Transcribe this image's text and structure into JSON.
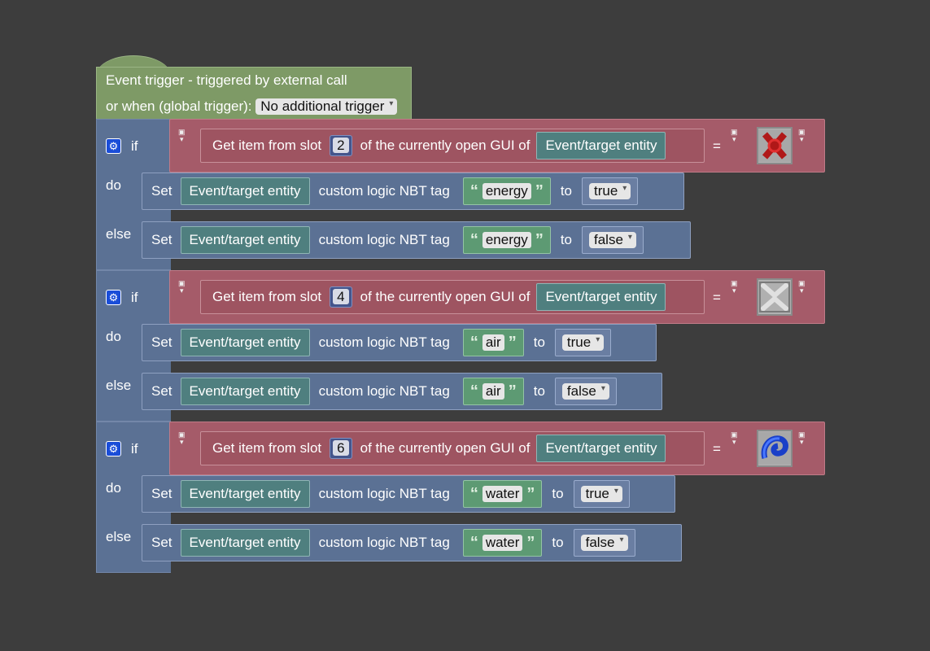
{
  "event": {
    "line1": "Event trigger - triggered by external call",
    "line2": "or when (global trigger):",
    "trigger_option": "No additional trigger"
  },
  "keywords": {
    "if": "if",
    "do": "do",
    "else": "else",
    "set": "Set",
    "eq": "=",
    "to": "to"
  },
  "get_item": {
    "prefix": "Get item from slot",
    "suffix": "of the currently open GUI of"
  },
  "entity_label": "Event/target entity",
  "nbt_label": "custom logic NBT tag",
  "blocks": [
    {
      "slot": "2",
      "icon": "red-x-item-icon",
      "tag": "energy",
      "do_value": "true",
      "else_value": "false"
    },
    {
      "slot": "4",
      "icon": "grey-x-item-icon",
      "tag": "air",
      "do_value": "true",
      "else_value": "false"
    },
    {
      "slot": "6",
      "icon": "blue-swirl-item-icon",
      "tag": "water",
      "do_value": "true",
      "else_value": "false"
    }
  ],
  "colors": {
    "background": "#3d3d3d",
    "event": "#7e9a66",
    "logic": "#5b7194",
    "condition": "#a55b69",
    "entity": "#4f7f7f",
    "text": "#5d9a73"
  }
}
